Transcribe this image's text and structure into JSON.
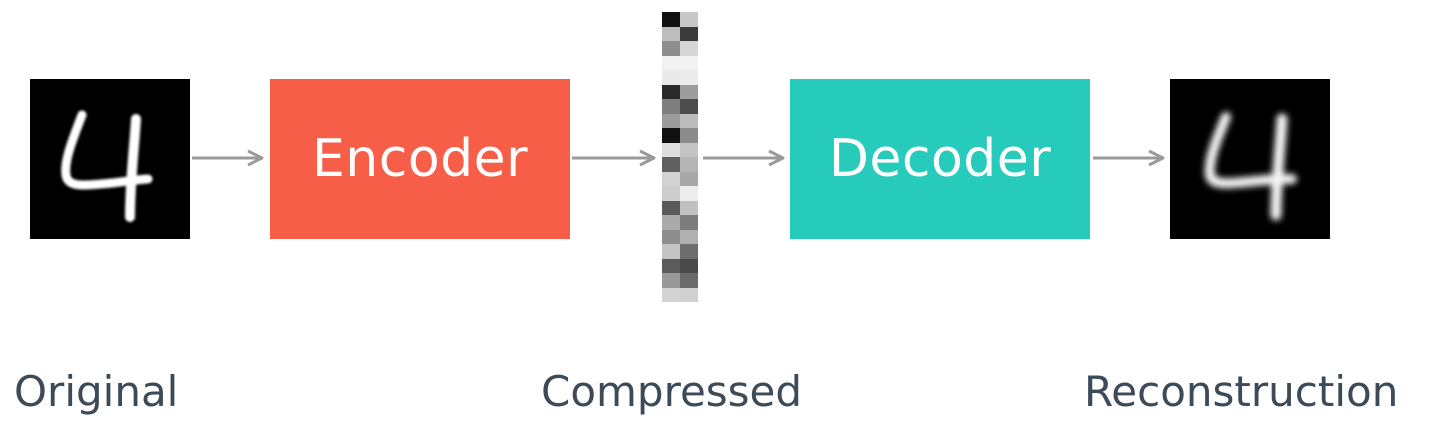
{
  "colors": {
    "encoder": "#f75e48",
    "decoder": "#26cbbb",
    "arrow": "#9a9a9a",
    "caption": "#3d4a57",
    "image_bg": "#000000"
  },
  "icons": {
    "original": "handwritten-digit-4-image",
    "reconstruction": "blurred-handwritten-digit-4-image",
    "compressed": "latent-code-grayscale-column"
  },
  "blocks": {
    "encoder_label": "Encoder",
    "decoder_label": "Decoder"
  },
  "captions": {
    "original": "Original",
    "compressed": "Compressed",
    "reconstruction": "Reconstruction"
  },
  "compressed_code": {
    "columns": 2,
    "shades": [
      "#111111",
      "#c8c8c8",
      "#bdbdbd",
      "#3a3a3a",
      "#8e8e8e",
      "#d6d6d6",
      "#f2f2f2",
      "#f2f2f2",
      "#e9e9e9",
      "#ebebeb",
      "#2a2a2a",
      "#9d9d9d",
      "#7f7f7f",
      "#4d4d4d",
      "#9b9b9b",
      "#bcbcbc",
      "#111111",
      "#8c8c8c",
      "#dddddd",
      "#c3c3c3",
      "#606060",
      "#b4b4b4",
      "#d2d2d2",
      "#a8a8a8",
      "#cdcdcd",
      "#ededed",
      "#5a5a5a",
      "#c0c0c0",
      "#aaaaaa",
      "#7d7d7d",
      "#8e8e8e",
      "#b0b0b0",
      "#c4c4c4",
      "#6d6d6d",
      "#5c5c5c",
      "#4a4a4a",
      "#999999",
      "#6b6b6b",
      "#d3d3d3",
      "#d0d0d0"
    ]
  }
}
